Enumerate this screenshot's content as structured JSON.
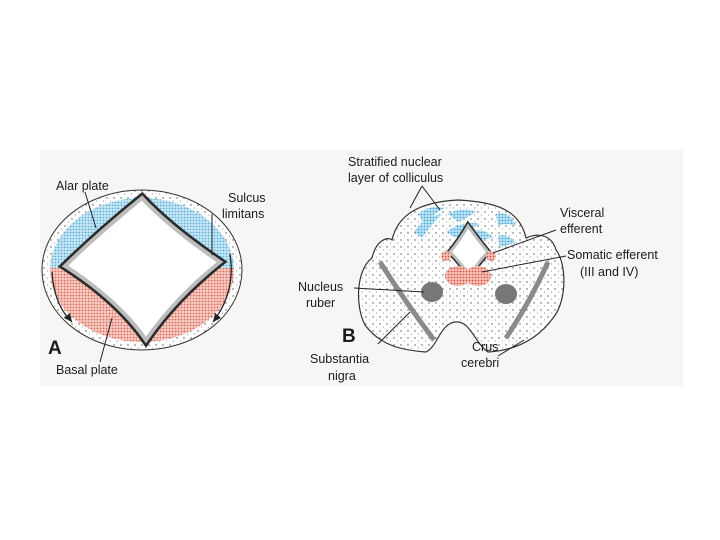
{
  "colors": {
    "panel_background": "#f7f6f4",
    "alar_plate": "#5ab4dc",
    "basal_plate": "#e06a5a",
    "outline": "#222222",
    "grey_structure": "#8a8a8a"
  },
  "figure_a": {
    "panel_letter": "A",
    "labels": {
      "alar_plate": "Alar plate",
      "sulcus_limitans_line1": "Sulcus",
      "sulcus_limitans_line2": "limitans",
      "basal_plate": "Basal plate"
    }
  },
  "figure_b": {
    "panel_letter": "B",
    "labels": {
      "stratified_line1": "Stratified nuclear",
      "stratified_line2": "layer of colliculus",
      "visceral_line1": "Visceral",
      "visceral_line2": "efferent",
      "somatic_line1": "Somatic efferent",
      "somatic_line2": "(III and IV)",
      "nucleus_line1": "Nucleus",
      "nucleus_line2": "ruber",
      "substantia_line1": "Substantia",
      "substantia_line2": "nigra",
      "crus_line1": "Crus",
      "crus_line2": "cerebri"
    }
  }
}
